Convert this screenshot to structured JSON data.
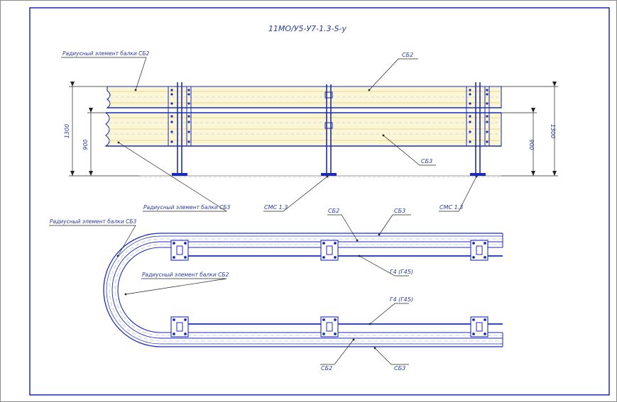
{
  "drawing": {
    "title": "11МО/У5-У7-1.3-S-у",
    "colors": {
      "frame": "#1a2bb5",
      "lines": "#1a2bb5",
      "leader": "#222222",
      "dim": "#222222",
      "beam_fill": "#fbf6d4",
      "text": "#2a3a9a"
    },
    "elevation": {
      "label_radius_sb2": "Радиусный элемент балки СБ2",
      "label_radius_sb3": "Радиусный элемент балки СБ3",
      "label_beam_top": "СБ2",
      "label_beam_lower": "СБ3",
      "label_post_mid": "СМС 1.3",
      "label_post_right": "СМС 1.3",
      "dim_left_outer": "1300",
      "dim_left_inner": "900",
      "dim_right_inner": "900",
      "dim_right_outer": "1300"
    },
    "plan": {
      "label_radius_sb3": "Радиусный элемент балки СБ3",
      "label_radius_sb2": "Радиусный элемент балки СБ2",
      "label_top_sb2": "СБ2",
      "label_top_sb3": "СБ3",
      "label_top_g4": "Г4 (Г45)",
      "label_bottom_g4": "Г4 (Г45)",
      "label_bottom_sb2": "СБ2",
      "label_bottom_sb3": "СБ3"
    }
  }
}
